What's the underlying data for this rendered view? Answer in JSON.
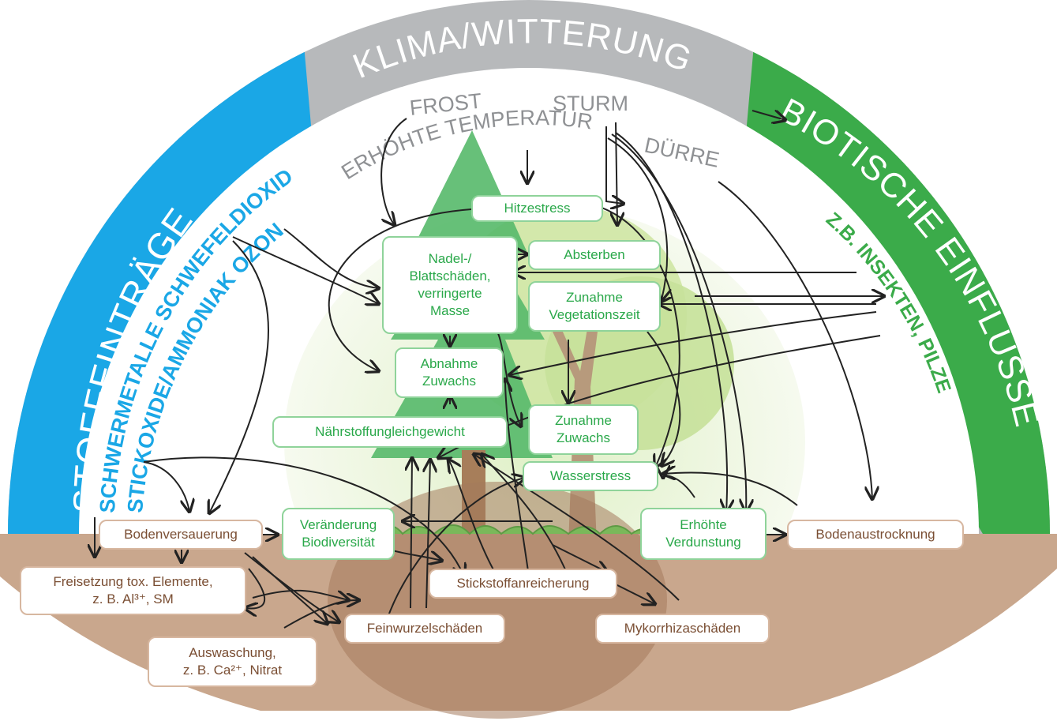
{
  "colors": {
    "stoffeintraege_band": "#1aa7e6",
    "klima_band": "#b7b9bb",
    "biotisch_band": "#3bab4a",
    "soil": "#c9a78d",
    "green_text": "#2aa84a",
    "brown_text": "#7a4e33",
    "gray_text": "#8f9194",
    "blue_text": "#1aa7e6"
  },
  "sectors": {
    "stoffeintraege": "STOFFEINTRÄGE",
    "klima": "KLIMA/WITTERUNG",
    "biotisch": "BIOTISCHE EINFLÜSSE"
  },
  "pollutants": {
    "line1": "SCHWERMETALLE  SCHWEFELDIOXID",
    "line2": "STICKOXIDE/AMMONIAK  OZON"
  },
  "climate_factors": {
    "frost": "FROST",
    "sturm": "STURM",
    "temperatur": "ERHÖHTE TEMPERATUR",
    "duerre": "DÜRRE"
  },
  "biotic": "Z.B. INSEKTEN, PILZE",
  "green_boxes": {
    "hitzestress": "Hitzestress",
    "nadel": "Nadel-/\nBlattschäden,\nverringerte\nMasse",
    "absterben": "Absterben",
    "vegetationszeit": "Zunahme\nVegetationszeit",
    "abnahme": "Abnahme\nZuwachs",
    "naehrstoff": "Nährstoffungleichgewicht",
    "zunahme_zuwachs": "Zunahme\nZuwachs",
    "wasserstress": "Wasserstress",
    "biodiversitaet": "Veränderung\nBiodiversität",
    "verdunstung": "Erhöhte\nVerdunstung"
  },
  "soil_boxes": {
    "bodenversauerung": "Bodenversauerung",
    "bodenaustrocknung": "Bodenaustrocknung",
    "freisetzung": "Freisetzung tox. Elemente,\nz. B. Al³⁺, SM",
    "stickstoff": "Stickstoffanreicherung",
    "auswaschung": "Auswaschung,\nz. B. Ca²⁺, Nitrat",
    "feinwurzel": "Feinwurzelschäden",
    "mykorrhiza": "Mykorrhizaschäden"
  }
}
